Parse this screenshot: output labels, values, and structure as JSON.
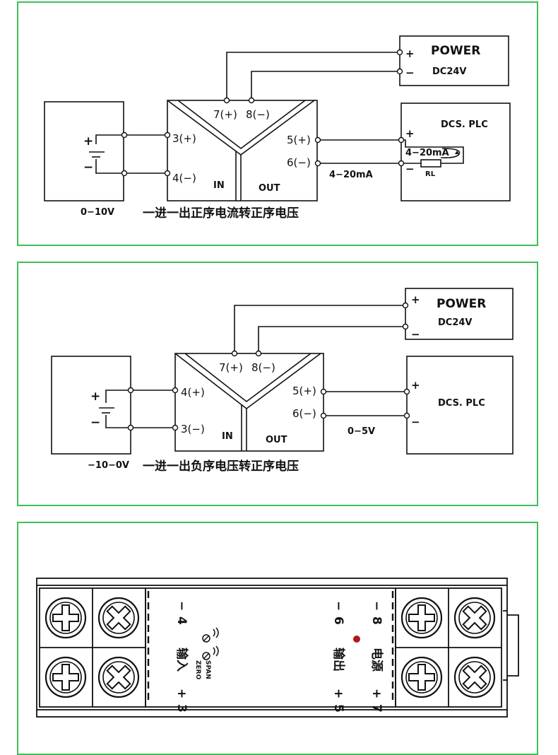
{
  "diagram1": {
    "power_label": "POWER",
    "power_voltage": "DC24V",
    "power_plus": "+",
    "power_minus": "−",
    "pin7": "7(+)",
    "pin8": "8(−)",
    "pin3": "3(+)",
    "pin4": "4(−)",
    "pin5": "5(+)",
    "pin6": "6(−)",
    "in_label": "IN",
    "out_label": "OUT",
    "dcs_label": "DCS. PLC",
    "dcs_plus": "+",
    "dcs_minus": "−",
    "loop_current": "4−20mA",
    "rl_label": "RL",
    "output_signal": "4−20mA",
    "source_plus": "+",
    "source_minus": "−",
    "input_range": "0−10V",
    "caption": "一进一出正序电流转正序电压"
  },
  "diagram2": {
    "power_label": "POWER",
    "power_voltage": "DC24V",
    "power_plus": "+",
    "power_minus": "−",
    "pin7": "7(+)",
    "pin8": "8(−)",
    "pin4": "4(+)",
    "pin3": "3(−)",
    "pin5": "5(+)",
    "pin6": "6(−)",
    "in_label": "IN",
    "out_label": "OUT",
    "dcs_label": "DCS. PLC",
    "dcs_plus": "+",
    "dcs_minus": "−",
    "output_signal": "0−5V",
    "source_plus": "+",
    "source_minus": "−",
    "input_range": "−10−0V",
    "caption": "一进一出负序电压转正序电压"
  },
  "device": {
    "in_minus": "−",
    "in_minus_num": "4",
    "in_label": "输入",
    "in_plus": "+",
    "in_plus_num": "3",
    "zero_label": "ZERO",
    "span_label": "SPAN",
    "out_minus": "−",
    "out_minus_num": "6",
    "out_label": "输出",
    "out_plus": "+",
    "out_plus_num": "5",
    "pwr_minus": "−",
    "pwr_minus_num": "8",
    "pwr_label": "电源",
    "pwr_plus": "+",
    "pwr_plus_num": "7",
    "led_color": "#b01818"
  },
  "colors": {
    "panel_border": "#3cc05a",
    "line": "#111111"
  }
}
